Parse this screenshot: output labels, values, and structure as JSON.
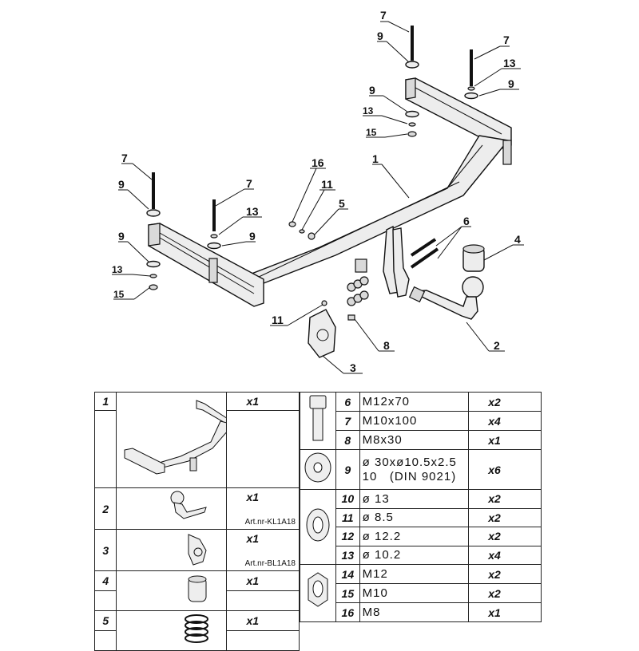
{
  "callouts": {
    "c1": "1",
    "c2": "2",
    "c3": "3",
    "c4": "4",
    "c5": "5",
    "c6": "6",
    "c8": "8",
    "c7a": "7",
    "c7b": "7",
    "c7c": "7",
    "c7d": "7",
    "c9a": "9",
    "c9b": "9",
    "c9c": "9",
    "c9d": "9",
    "c9e": "9",
    "c9f": "9",
    "c11a": "11",
    "c11b": "11",
    "c13a": "13",
    "c13b": "13",
    "c13c": "13",
    "c13d": "13",
    "c15a": "15",
    "c15b": "15",
    "c16": "16"
  },
  "parts_left": [
    {
      "num": "1",
      "qty": "x1",
      "art": ""
    },
    {
      "num": "2",
      "qty": "x1",
      "art": "Art.nr-KL1A18"
    },
    {
      "num": "3",
      "qty": "x1",
      "art": "Art.nr-BL1A18"
    },
    {
      "num": "4",
      "qty": "x1",
      "art": ""
    },
    {
      "num": "5",
      "qty": "x1",
      "art": ""
    }
  ],
  "parts_right": [
    {
      "num": "6",
      "spec": "M12x70",
      "qty": "x2"
    },
    {
      "num": "7",
      "spec": "M10x100",
      "qty": "x4"
    },
    {
      "num": "8",
      "spec": "M8x30",
      "qty": "x1"
    },
    {
      "num": "9",
      "spec": "ø 30xø10.5x2.5",
      "spec2": "10   (DIN 9021)",
      "qty": "x6"
    },
    {
      "num": "10",
      "spec": "ø 13",
      "qty": "x2"
    },
    {
      "num": "11",
      "spec": "ø 8.5",
      "qty": "x2"
    },
    {
      "num": "12",
      "spec": "ø 12.2",
      "qty": "x2"
    },
    {
      "num": "13",
      "spec": "ø 10.2",
      "qty": "x4"
    },
    {
      "num": "14",
      "spec": "M12",
      "qty": "x2"
    },
    {
      "num": "15",
      "spec": "M10",
      "qty": "x2"
    },
    {
      "num": "16",
      "spec": "M8",
      "qty": "x1"
    }
  ],
  "icons": [
    "tow-bar-frame-icon",
    "tow-ball-icon",
    "socket-plate-icon",
    "ball-cover-icon",
    "spring-icon",
    "bolt-icon",
    "washer-icon",
    "spring-washer-icon",
    "nut-icon"
  ]
}
